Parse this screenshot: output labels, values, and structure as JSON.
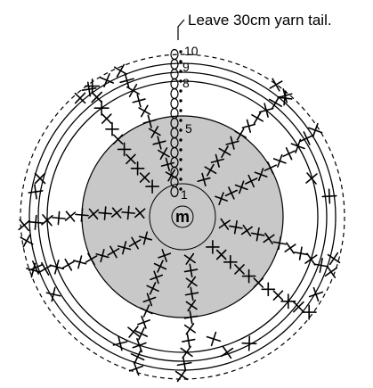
{
  "annotation": {
    "text": "Leave 30cm yarn tail."
  },
  "center_label": "m",
  "round_labels": [
    {
      "text": "1"
    },
    {
      "text": "5"
    },
    {
      "text": "8"
    },
    {
      "text": "9"
    },
    {
      "text": "10"
    }
  ],
  "icons": {
    "stitch_x": "single-crochet-x-mark",
    "chain_loop": "chain-stitch-oval",
    "slip_dot": "slip-stitch-dot"
  },
  "colors": {
    "core_fill": "#c8c8c8",
    "ink": "#000000"
  }
}
